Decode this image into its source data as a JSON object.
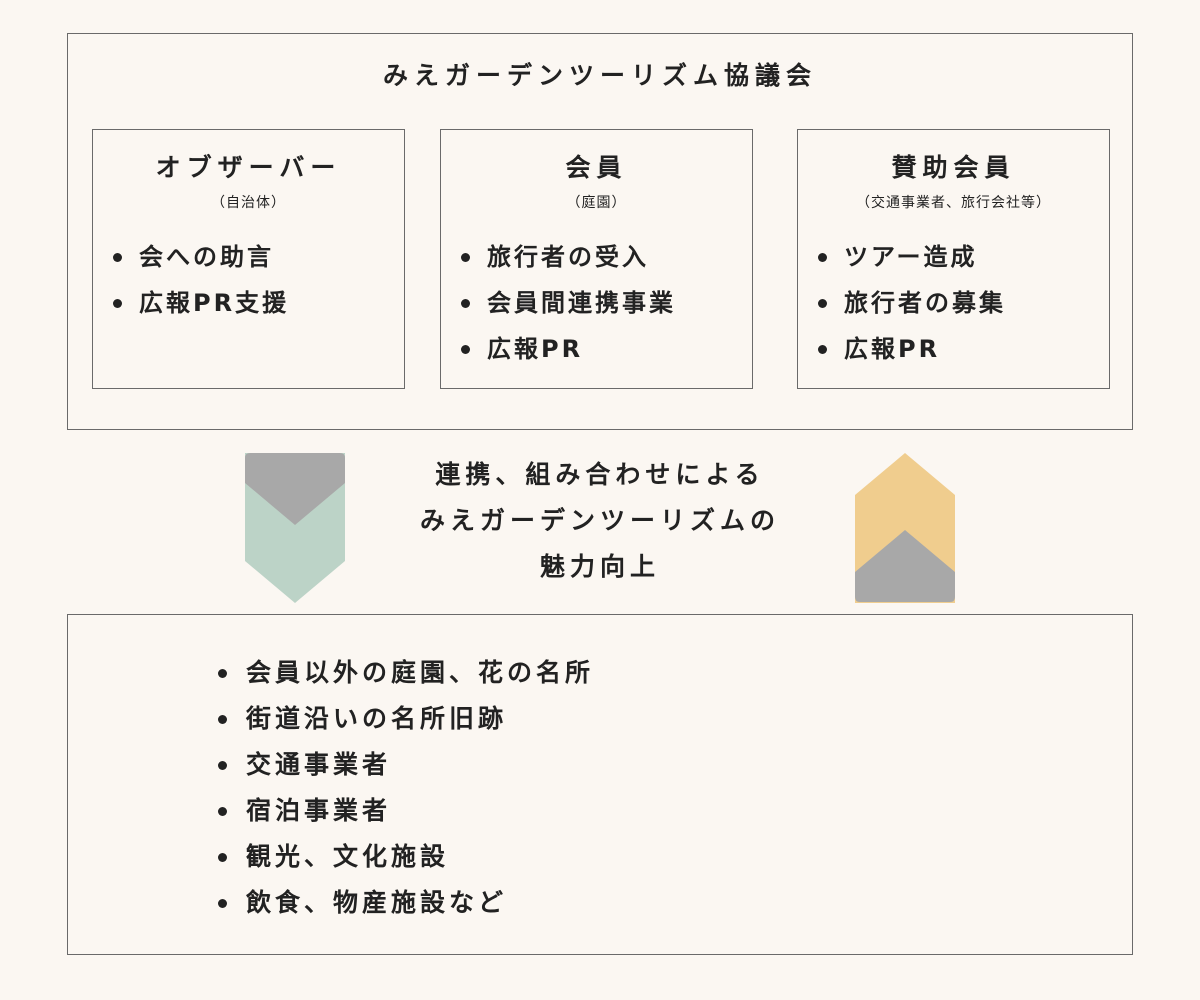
{
  "organization": {
    "title": "みえガーデンツーリズム協議会"
  },
  "groups": [
    {
      "title": "オブザーバー",
      "subtitle": "（自治体）",
      "roles": [
        "会への助言",
        "広報PR支援"
      ]
    },
    {
      "title": "会員",
      "subtitle": "（庭園）",
      "roles": [
        "旅行者の受入",
        "会員間連携事業",
        "広報PR"
      ]
    },
    {
      "title": "賛助会員",
      "subtitle": "（交通事業者、旅行会社等）",
      "roles": [
        "ツアー造成",
        "旅行者の募集",
        "広報PR"
      ]
    }
  ],
  "center": {
    "lines": [
      "連携、組み合わせによる",
      "みえガーデンツーリズムの",
      "魅力向上"
    ]
  },
  "resources": {
    "items": [
      "会員以外の庭園、花の名所",
      "街道沿いの名所旧跡",
      "交通事業者",
      "宿泊事業者",
      "観光、文化施設",
      "飲食、物産施設など"
    ]
  },
  "colors": {
    "frame": "#6a6a6a",
    "background": "#fbf7f2",
    "arrow_green": "#bcd3c7",
    "arrow_yellow": "#f0cd8e",
    "arrow_gray": "#a8a8a8"
  }
}
